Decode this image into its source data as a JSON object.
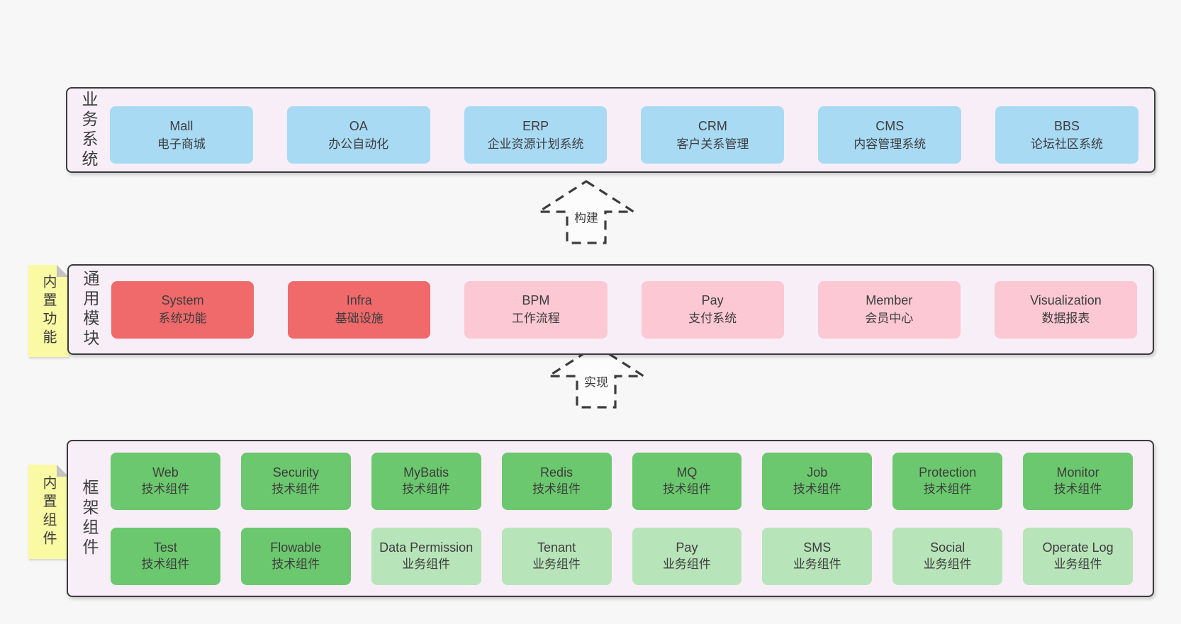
{
  "palette": {
    "page_bg": "#f7f7f7",
    "panel_bg": "#f8eef7",
    "panel_border": "#3b3b3b",
    "box_blue": "#a8daf4",
    "box_red": "#f0696b",
    "box_pink": "#fbc8d3",
    "box_green": "#6bc86e",
    "box_green_light": "#b8e4b9",
    "note_yellow": "#fafaa4",
    "note_fold_gray": "#c3c3c3",
    "text": "#3d3d3d"
  },
  "business": {
    "label": "业务系统",
    "items": [
      {
        "name": "Mall",
        "desc": "电子商城",
        "variant": "blue"
      },
      {
        "name": "OA",
        "desc": "办公自动化",
        "variant": "blue"
      },
      {
        "name": "ERP",
        "desc": "企业资源计划系统",
        "variant": "blue"
      },
      {
        "name": "CRM",
        "desc": "客户关系管理",
        "variant": "blue"
      },
      {
        "name": "CMS",
        "desc": "内容管理系统",
        "variant": "blue"
      },
      {
        "name": "BBS",
        "desc": "论坛社区系统",
        "variant": "blue"
      }
    ]
  },
  "arrows": {
    "build": "构建",
    "implement": "实现"
  },
  "modules": {
    "label": "通用模块",
    "note": "内置功能",
    "items": [
      {
        "name": "System",
        "desc": "系统功能",
        "variant": "red"
      },
      {
        "name": "Infra",
        "desc": "基础设施",
        "variant": "red"
      },
      {
        "name": "BPM",
        "desc": "工作流程",
        "variant": "pink"
      },
      {
        "name": "Pay",
        "desc": "支付系统",
        "variant": "pink"
      },
      {
        "name": "Member",
        "desc": "会员中心",
        "variant": "pink"
      },
      {
        "name": "Visualization",
        "desc": "数据报表",
        "variant": "pink"
      }
    ]
  },
  "framework": {
    "label": "框架组件",
    "note": "内置组件",
    "row1": [
      {
        "name": "Web",
        "desc": "技术组件",
        "variant": "green"
      },
      {
        "name": "Security",
        "desc": "技术组件",
        "variant": "green"
      },
      {
        "name": "MyBatis",
        "desc": "技术组件",
        "variant": "green"
      },
      {
        "name": "Redis",
        "desc": "技术组件",
        "variant": "green"
      },
      {
        "name": "MQ",
        "desc": "技术组件",
        "variant": "green"
      },
      {
        "name": "Job",
        "desc": "技术组件",
        "variant": "green"
      },
      {
        "name": "Protection",
        "desc": "技术组件",
        "variant": "green"
      },
      {
        "name": "Monitor",
        "desc": "技术组件",
        "variant": "green"
      }
    ],
    "row2": [
      {
        "name": "Test",
        "desc": "技术组件",
        "variant": "green"
      },
      {
        "name": "Flowable",
        "desc": "技术组件",
        "variant": "green"
      },
      {
        "name": "Data Permission",
        "desc": "业务组件",
        "variant": "green-light"
      },
      {
        "name": "Tenant",
        "desc": "业务组件",
        "variant": "green-light"
      },
      {
        "name": "Pay",
        "desc": "业务组件",
        "variant": "green-light"
      },
      {
        "name": "SMS",
        "desc": "业务组件",
        "variant": "green-light"
      },
      {
        "name": "Social",
        "desc": "业务组件",
        "variant": "green-light"
      },
      {
        "name": "Operate Log",
        "desc": "业务组件",
        "variant": "green-light"
      }
    ]
  }
}
